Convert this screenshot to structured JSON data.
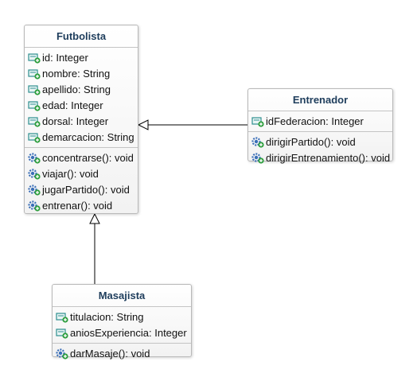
{
  "classes": {
    "futbolista": {
      "name": "Futbolista",
      "attributes": [
        "id: Integer",
        "nombre: String",
        "apellido: String",
        "edad: Integer",
        "dorsal: Integer",
        "demarcacion: String"
      ],
      "operations": [
        "concentrarse(): void",
        "viajar(): void",
        "jugarPartido(): void",
        "entrenar(): void"
      ]
    },
    "entrenador": {
      "name": "Entrenador",
      "attributes": [
        "idFederacion: Integer"
      ],
      "operations": [
        "dirigirPartido(): void",
        "dirigirEntrenamiento(): void"
      ]
    },
    "masajista": {
      "name": "Masajista",
      "attributes": [
        "titulacion: String",
        "aniosExperiencia: Integer"
      ],
      "operations": [
        "darMasaje(): void"
      ]
    }
  },
  "relations": [
    {
      "type": "generalization",
      "from": "Entrenador",
      "to": "Futbolista"
    },
    {
      "type": "generalization",
      "from": "Masajista",
      "to": "Futbolista"
    }
  ],
  "colors": {
    "title_text": "#1e3d5c",
    "attribute_icon": "#2f8f8f",
    "operation_icon": "#3a6fb8",
    "plus_badge": "#2e9e3e"
  },
  "icons": {
    "attribute": "field-plus-icon",
    "operation": "gear-plus-icon"
  }
}
